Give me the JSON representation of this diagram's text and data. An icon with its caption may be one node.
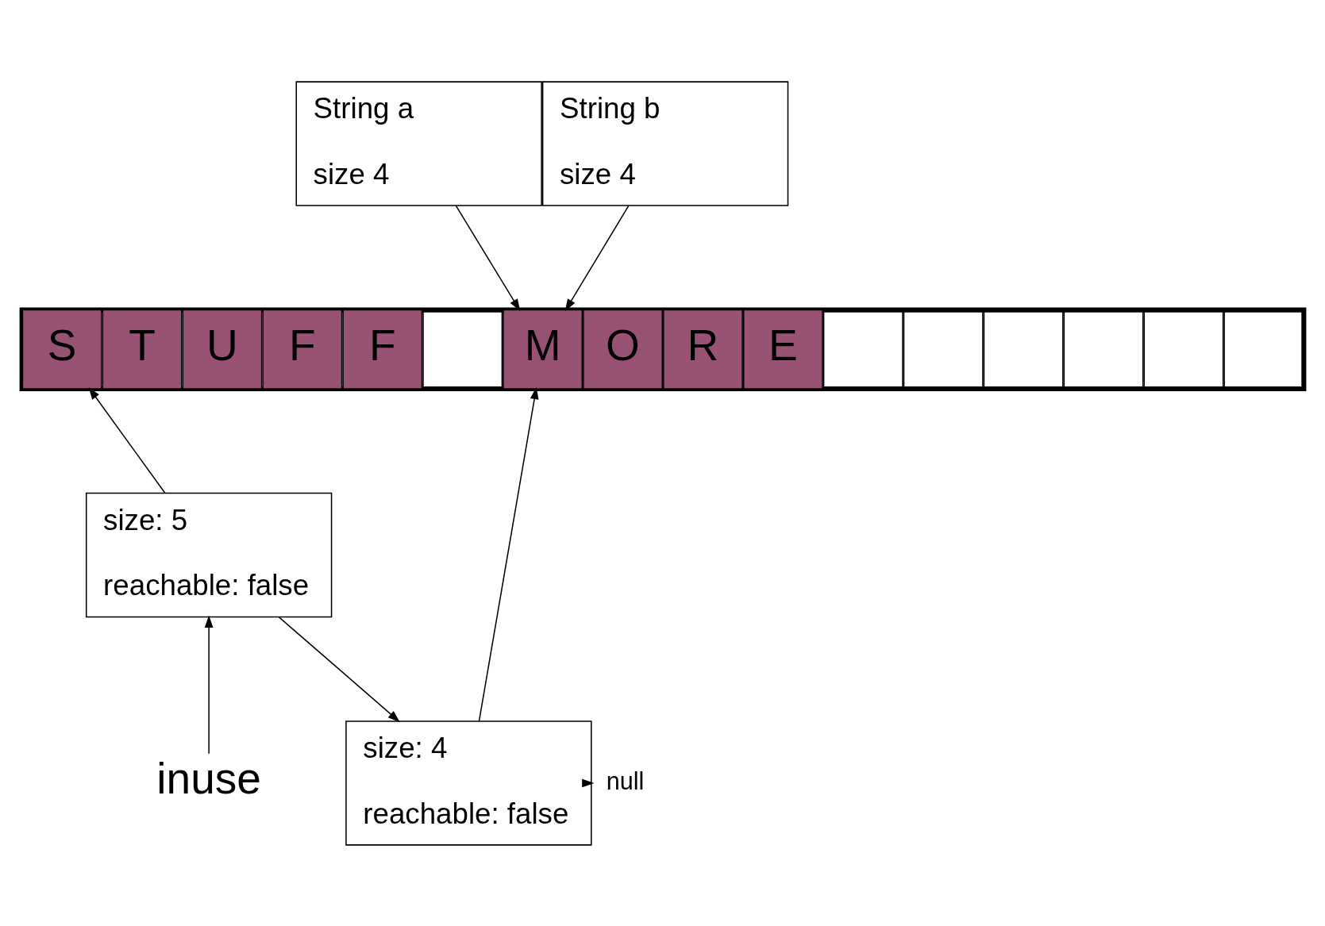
{
  "diagram": {
    "nodes": [
      {
        "text": [
          "String a",
          "size 4"
        ]
      },
      {
        "text": [
          "String b",
          "size 4"
        ]
      },
      {
        "text": [],
        "shape": "bar"
      },
      {
        "text": [
          "S"
        ],
        "in": 2
      },
      {
        "text": [
          "T"
        ],
        "in": 2
      },
      {
        "text": [
          "U"
        ],
        "in": 2
      },
      {
        "text": [
          "F"
        ],
        "in": 2
      },
      {
        "text": [
          "F"
        ],
        "in": 2
      },
      {
        "text": [],
        "shape": "box",
        "in": 2
      },
      {
        "text": [
          "M"
        ],
        "in": 2
      },
      {
        "text": [
          "O"
        ],
        "in": 2
      },
      {
        "text": [
          "R"
        ],
        "in": 2
      },
      {
        "text": [
          "E"
        ],
        "in": 2
      },
      {
        "text": [],
        "shape": "box",
        "in": 2
      },
      {
        "text": [],
        "shape": "box",
        "in": 2
      },
      {
        "text": [],
        "shape": "box",
        "in": 2
      },
      {
        "text": [],
        "shape": "box",
        "in": 2
      },
      {
        "text": [],
        "shape": "box",
        "in": 2
      },
      {
        "text": [],
        "shape": "box",
        "in": 2
      },
      {
        "text": [
          "size: 5",
          "reachable: false"
        ]
      },
      {
        "text": [
          "size: 4",
          "reachable: false"
        ]
      },
      {
        "text": [
          "inuse"
        ]
      },
      {
        "text": [
          "null"
        ]
      }
    ],
    "edges": [
      {
        "from": 0,
        "to": 9,
        "arrow": "to"
      },
      {
        "from": 1,
        "to": 9,
        "arrow": "to"
      },
      {
        "from": 19,
        "to": 3,
        "arrow": "to"
      },
      {
        "from": 20,
        "to": 9,
        "arrow": "to"
      },
      {
        "from": 19,
        "to": 20,
        "arrow": "to"
      },
      {
        "from": 21,
        "to": 19,
        "arrow": "to"
      },
      {
        "from": 20,
        "to": 22,
        "arrow": "to"
      }
    ]
  }
}
